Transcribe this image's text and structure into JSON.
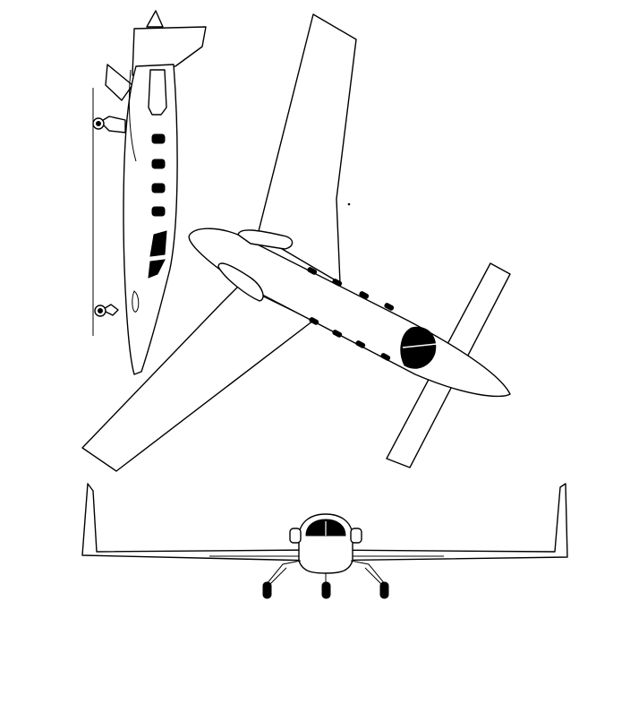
{
  "figure": {
    "type": "three-view aircraft line drawing",
    "views": [
      "side",
      "top",
      "front"
    ],
    "line_color": "#000000",
    "fill_color": "#ffffff",
    "window_color": "#000000"
  }
}
